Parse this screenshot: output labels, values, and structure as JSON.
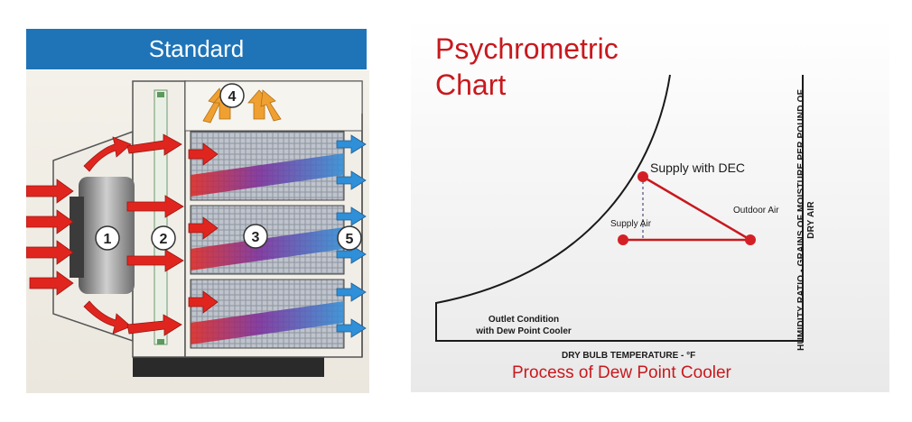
{
  "left": {
    "title": "Standard",
    "stage_numbers": [
      "1",
      "2",
      "3",
      "4",
      "5"
    ]
  },
  "right": {
    "title_line1": "Psychrometric",
    "title_line2": "Chart",
    "y_axis_label": "HUMIDITY RATIO - GRAINS OF MOISTURE PER POUND OF DRY AIR",
    "x_axis_label": "DRY BULB TEMPERATURE - °F",
    "caption": "Process of Dew Point Cooler",
    "points": {
      "supply_dec": "Supply with DEC",
      "outdoor": "Outdoor Air",
      "supply_air": "Supply Air"
    },
    "outlet_line1": "Outlet Condition",
    "outlet_line2": "with Dew Point Cooler"
  },
  "colors": {
    "banner_blue": "#1f74b8",
    "chart_red": "#c8191e",
    "airflow_red": "#e0251f",
    "airflow_blue": "#2f8fd8",
    "exhaust_orange": "#f0a030"
  }
}
